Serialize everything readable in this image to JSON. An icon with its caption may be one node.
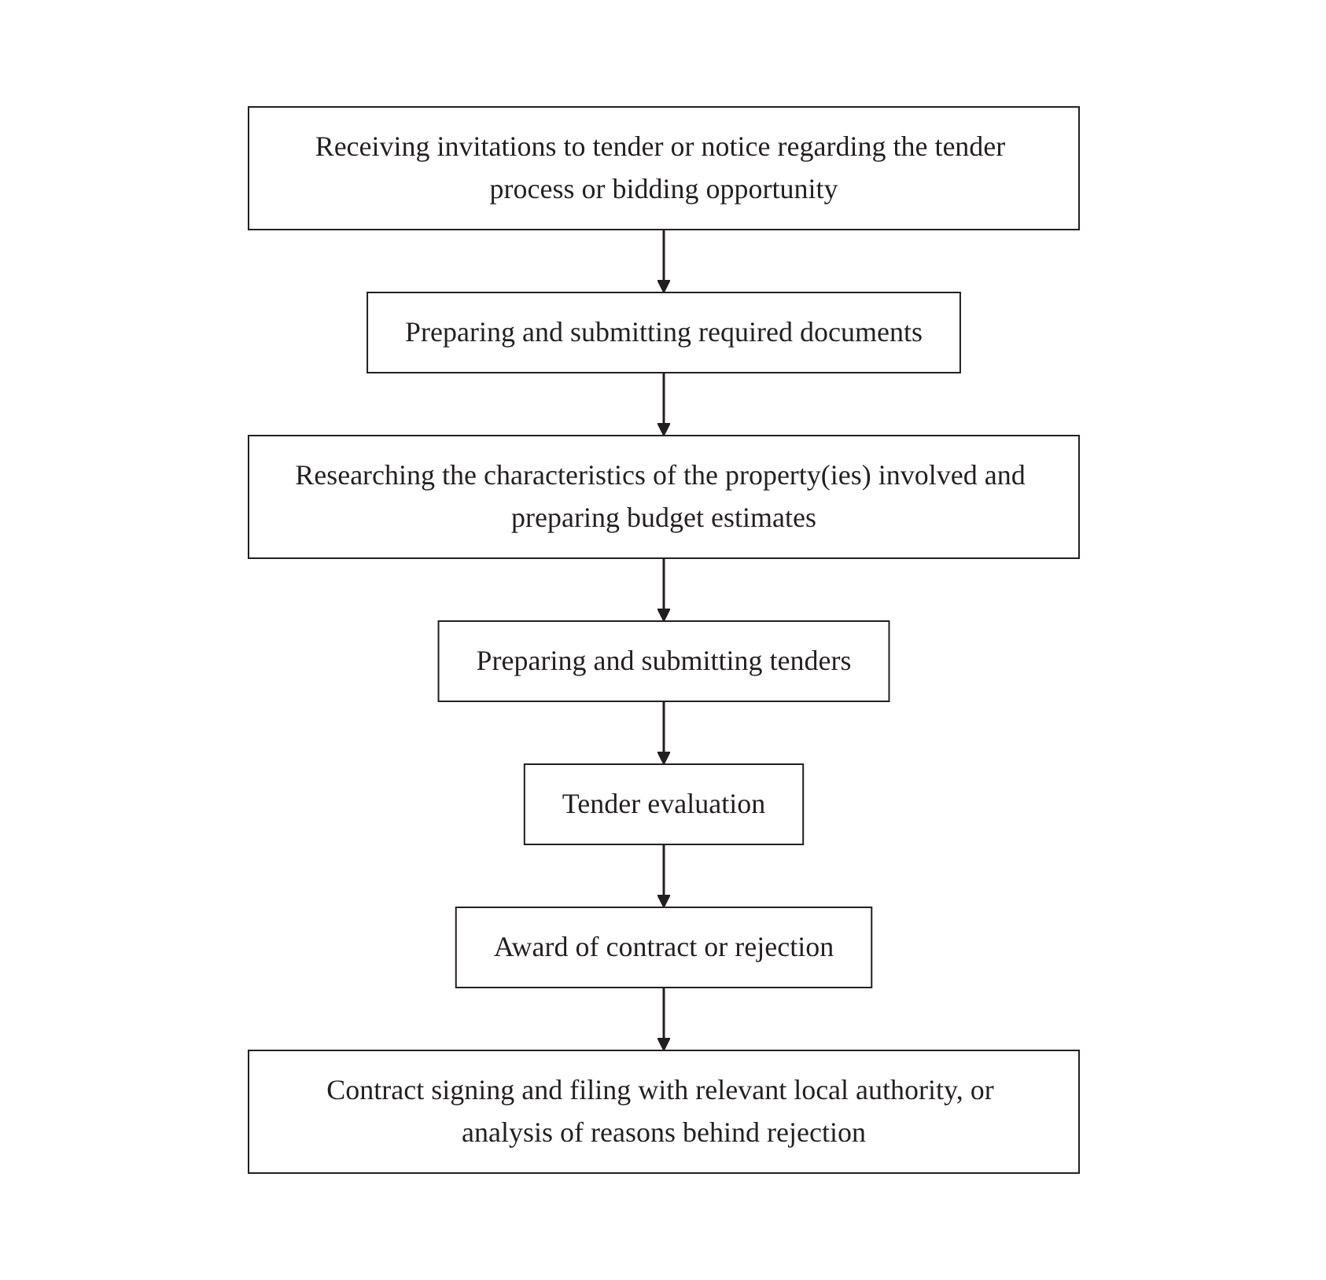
{
  "diagram": {
    "nodes": [
      {
        "text": [
          "Receiving invitations to tender or notice regarding the tender process or bidding opportunity"
        ]
      },
      {
        "text": [
          "Preparing and submitting required documents"
        ]
      },
      {
        "text": [
          "Researching the characteristics of the property(ies) involved and preparing budget estimates"
        ]
      },
      {
        "text": [
          "Preparing and submitting tenders"
        ]
      },
      {
        "text": [
          "Tender evaluation"
        ]
      },
      {
        "text": [
          "Award of contract or rejection"
        ]
      },
      {
        "text": [
          "Contract signing and filing with relevant local authority, or analysis of reasons behind rejection"
        ]
      }
    ],
    "edges": [
      {
        "from": 0,
        "to": 1,
        "arrow": "to"
      },
      {
        "from": 1,
        "to": 2,
        "arrow": "to"
      },
      {
        "from": 2,
        "to": 3,
        "arrow": "to"
      },
      {
        "from": 3,
        "to": 4,
        "arrow": "to"
      },
      {
        "from": 4,
        "to": 5,
        "arrow": "to"
      },
      {
        "from": 5,
        "to": 6,
        "arrow": "to"
      }
    ]
  }
}
